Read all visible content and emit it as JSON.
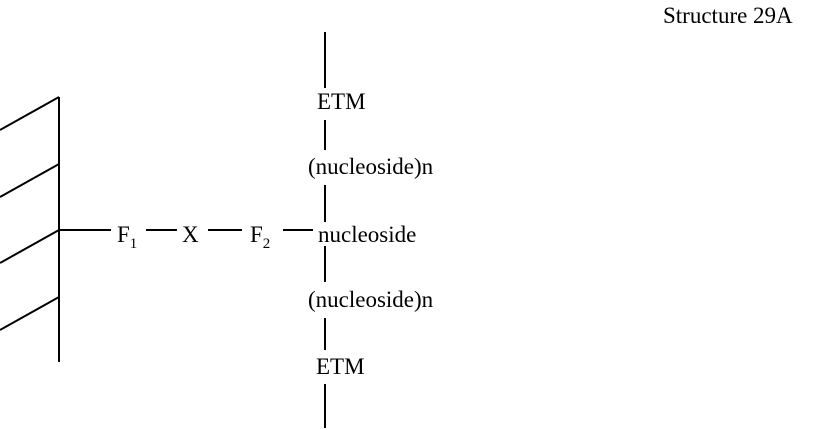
{
  "title": "Structure 29A",
  "surface_label": "",
  "chain": {
    "f1": {
      "base": "F",
      "sub": "1"
    },
    "x": "X",
    "f2": {
      "base": "F",
      "sub": "2"
    },
    "center": "nucleoside"
  },
  "upper": {
    "repeat": "(nucleoside)n",
    "end": "ETM"
  },
  "lower": {
    "repeat": "(nucleoside)n",
    "end": "ETM"
  }
}
